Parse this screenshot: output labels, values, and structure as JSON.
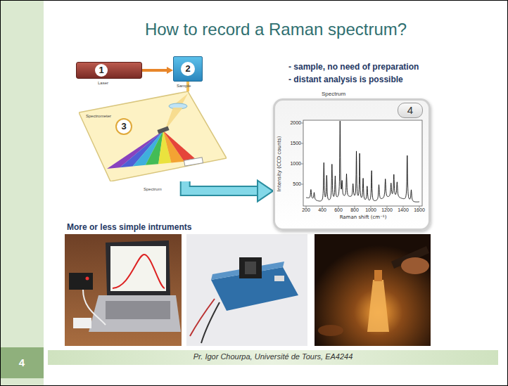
{
  "diagram": {
    "title": "How to record a Raman spectrum?",
    "caption": "Pr. Igor Chourpa, Université de Tours, EA4244",
    "nodes": [
      {
        "text": [
          "1",
          "Laser"
        ]
      },
      {
        "text": [
          "2",
          "Sample"
        ]
      },
      {
        "text": [
          "3",
          "Spectrometer"
        ]
      },
      {
        "text": [
          "Spectrum",
          "4"
        ]
      }
    ],
    "edges": [
      {
        "from": 0,
        "to": 1,
        "arrow": "to"
      },
      {
        "from": 1,
        "to": 2,
        "arrow": "none"
      },
      {
        "from": 2,
        "to": 3,
        "arrow": "to"
      }
    ],
    "labels": [
      "- sample, no need of preparation",
      "- distant analysis is possible",
      "Spectrum",
      "More or less simple intruments",
      "Intensity (CCD counts)",
      "Raman shift (cm⁻¹)",
      "200",
      "400",
      "600",
      "800",
      "1000",
      "1200",
      "1400",
      "1600",
      "500",
      "1000",
      "1500",
      "2000",
      "4"
    ]
  }
}
